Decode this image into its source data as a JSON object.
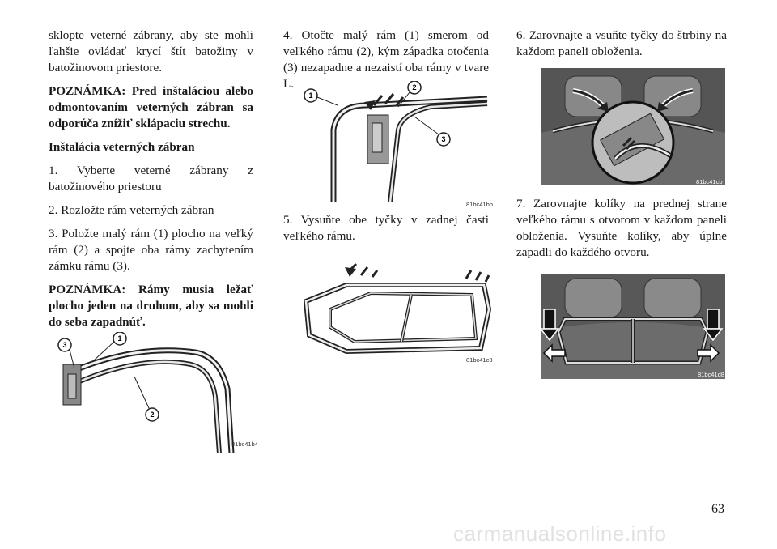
{
  "col1": {
    "p1": "sklopte veterné zábrany, aby ste mohli ľahšie ovládať krycí štít batožiny v batožinovom priestore.",
    "note1": "POZNÁMKA: Pred inštaláciou alebo odmontovaním veterných zábran sa odporúča znížiť sklápaciu strechu.",
    "heading": "Inštalácia veterných zábran",
    "step1": "1. Vyberte veterné zábrany z batožinového priestoru",
    "step2": "2. Rozložte rám veterných zábran",
    "step3": "3. Položte malý rám (1) plocho na veľký rám (2) a spojte oba rámy zachytením zámku rámu (3).",
    "note2": "POZNÁMKA: Rámy musia ležať plocho jeden na druhom, aby sa mohli do seba zapadnúť."
  },
  "col2": {
    "step4": "4. Otočte malý rám (1) smerom od veľkého rámu (2), kým západka otočenia (3) nezapadne a nezaistí oba rámy v tvare L.",
    "step5": "5. Vysuňte obe tyčky v zadnej časti veľkého rámu."
  },
  "col3": {
    "step6": "6. Zarovnajte a vsuňte tyčky do štrbiny na každom paneli obloženia.",
    "step7": "7. Zarovnajte kolíky na prednej strane veľkého rámu s otvorom v každom paneli obloženia. Vysuňte kolíky, aby úplne zapadli do každého otvoru."
  },
  "figures": {
    "fig1": {
      "code": "81bc41b4",
      "callouts": [
        "3",
        "1",
        "2"
      ]
    },
    "fig2": {
      "code": "81bc41bb",
      "callouts": [
        "1",
        "2",
        "3"
      ]
    },
    "fig3": {
      "code": "81bc41c3"
    },
    "fig4": {
      "code": "81bc41cb"
    },
    "fig5": {
      "code": "81bc41d8"
    }
  },
  "page_number": "63",
  "watermark": "carmanualsonline.info"
}
